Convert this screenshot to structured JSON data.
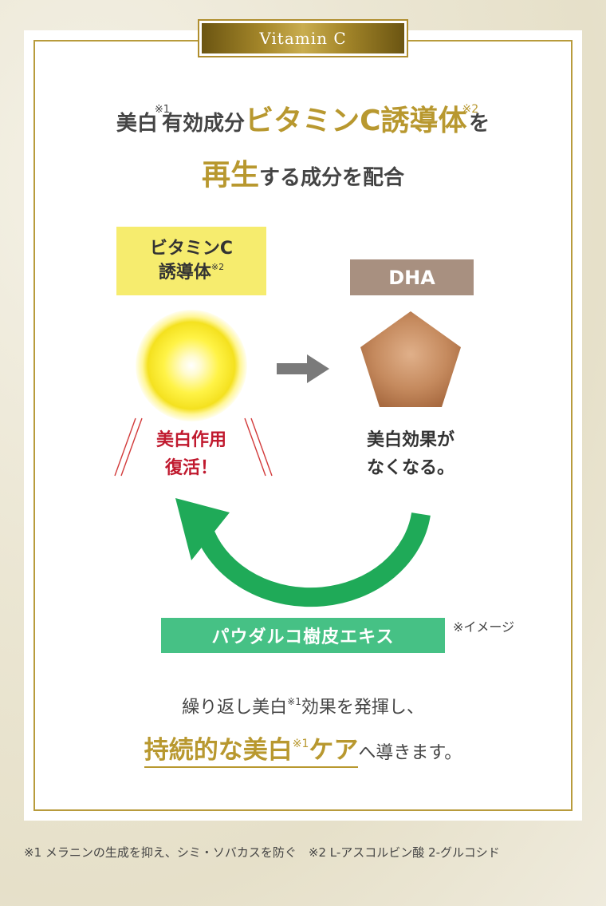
{
  "badge": {
    "label": "Vitamin C"
  },
  "headline": {
    "line1_pre": "美白",
    "line1_mark1": "※1",
    "line1_mid": "有効成分",
    "line1_gold": "ビタミンC誘導体",
    "line1_mark2": "※2",
    "line1_post": "を",
    "line2_gold": "再生",
    "line2_post": "する成分を配合"
  },
  "diagram": {
    "vitc_line1": "ビタミンC",
    "vitc_line2": "誘導体",
    "vitc_mark": "※2",
    "dha_label": "DHA",
    "red_line1": "美白作用",
    "red_line2": "復活！",
    "dark_line1": "美白効果が",
    "dark_line2": "なくなる。",
    "pau_label": "パウダルコ樹皮エキス",
    "image_note": "※イメージ"
  },
  "bottom": {
    "line1_pre": "繰り返し美白",
    "line1_mark": "※1",
    "line1_post": "効果を発揮し、",
    "line2_gold_a": "持続的な美白",
    "line2_mark": "※1",
    "line2_gold_b": "ケア",
    "line2_post": "へ導きます。"
  },
  "footnote": {
    "text": "※1 メラニンの生成を抑え、シミ・ソバカスを防ぐ　※2 L-アスコルビン酸 2-グルコシド"
  },
  "colors": {
    "gold": "#b8982f",
    "yellow_label": "#f6ec6e",
    "dha": "#a89080",
    "green": "#46c185",
    "red": "#c0192e"
  }
}
